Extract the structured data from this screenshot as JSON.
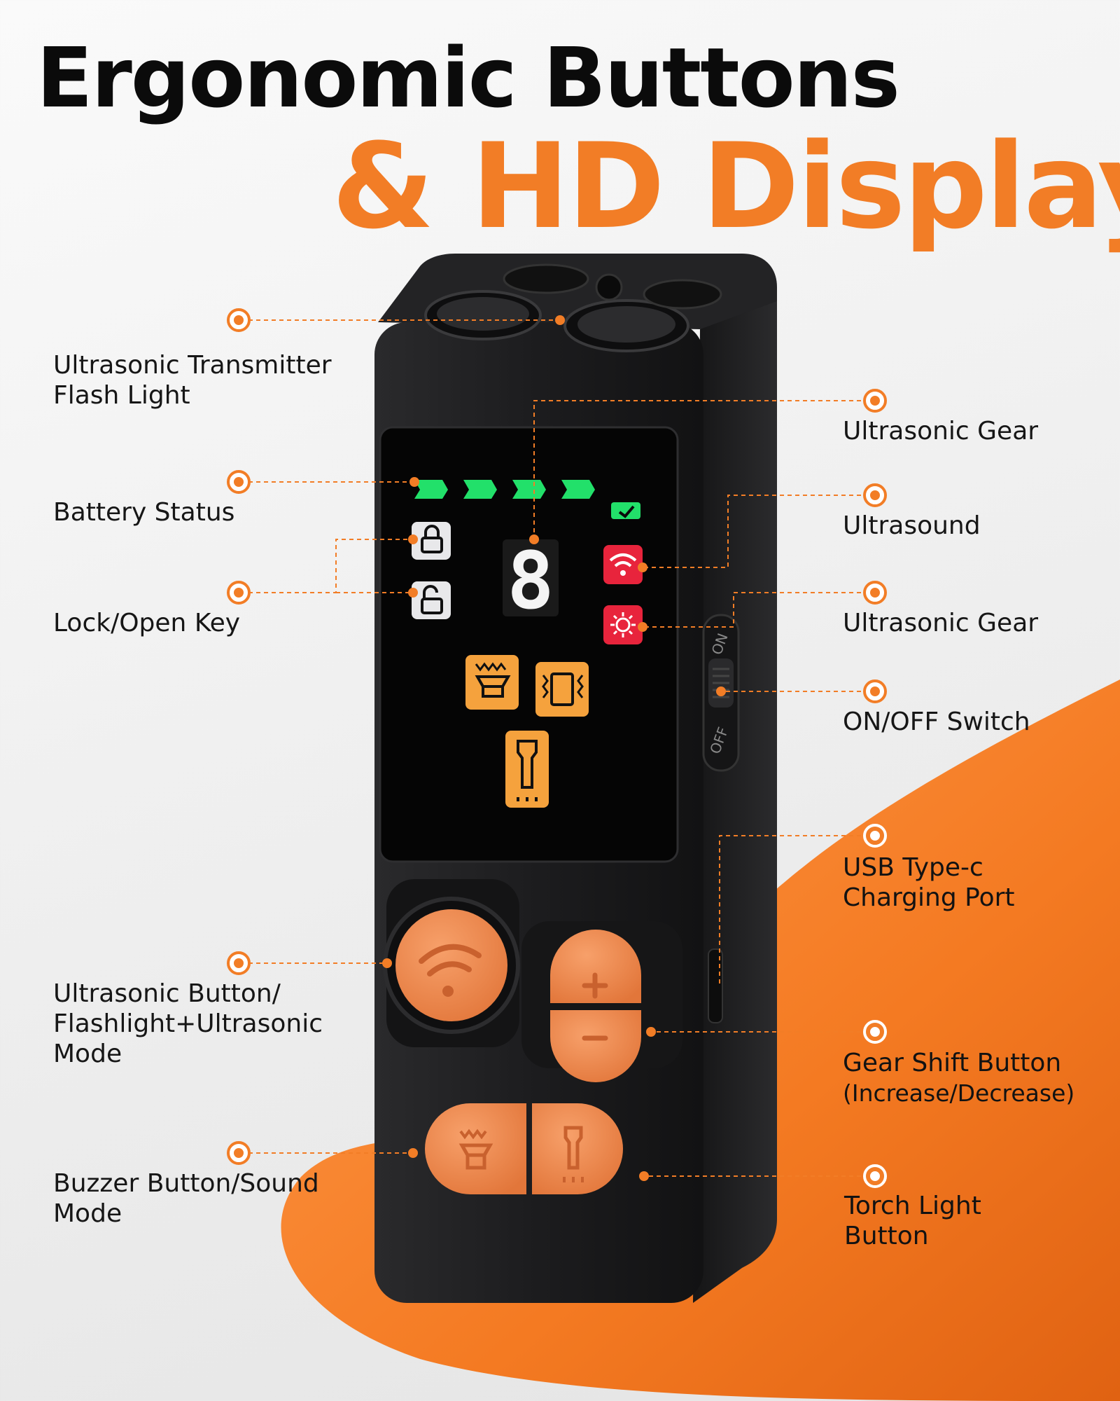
{
  "headline": {
    "line1": "Ergonomic Buttons",
    "line2": "& HD Display"
  },
  "colors": {
    "accent_orange": "#f27d26",
    "device_body": "#1d1d1f",
    "button_orange": "#f08a4b",
    "battery_green": "#22e06a",
    "alert_red": "#e8243c"
  },
  "device": {
    "digit": "8",
    "switch_on": "ON",
    "switch_off": "OFF"
  },
  "callouts": {
    "ultrasonic_transmitter_line1": "Ultrasonic Transmitter",
    "ultrasonic_transmitter_line2": "Flash Light",
    "battery_status": "Battery Status",
    "lock_open_key": "Lock/Open Key",
    "ultrasonic_button_line1": "Ultrasonic Button/",
    "ultrasonic_button_line2": "Flashlight+Ultrasonic",
    "ultrasonic_button_line3": "Mode",
    "buzzer_button_line1": "Buzzer Button/Sound",
    "buzzer_button_line2": "Mode",
    "ultrasonic_gear_top": "Ultrasonic Gear",
    "ultrasound": "Ultrasound",
    "ultrasonic_gear_bottom": "Ultrasonic Gear",
    "on_off_switch": "ON/OFF Switch",
    "usb_port_line1": "USB Type-c",
    "usb_port_line2": "Charging Port",
    "gear_shift_line1": "Gear Shift Button",
    "gear_shift_line2": "(Increase/Decrease)",
    "torch_light_line1": "Torch Light",
    "torch_light_line2": "Button"
  }
}
